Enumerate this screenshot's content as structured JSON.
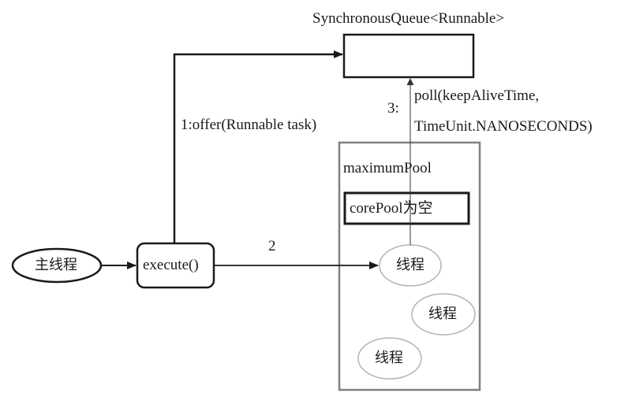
{
  "queue": {
    "title": "SynchronousQueue<Runnable>"
  },
  "main_thread": {
    "label": "主线程"
  },
  "execute": {
    "label": "execute()"
  },
  "edges": {
    "offer_label": "1:offer(Runnable task)",
    "execute_to_pool_label": "2",
    "poll_step": "3:",
    "poll_line1": "poll(keepAliveTime,",
    "poll_line2": "TimeUnit.NANOSECONDS)"
  },
  "pool": {
    "title": "maximumPool",
    "core_pool_label": "corePool为空",
    "threads": [
      {
        "label": "线程"
      },
      {
        "label": "线程"
      },
      {
        "label": "线程"
      }
    ]
  }
}
